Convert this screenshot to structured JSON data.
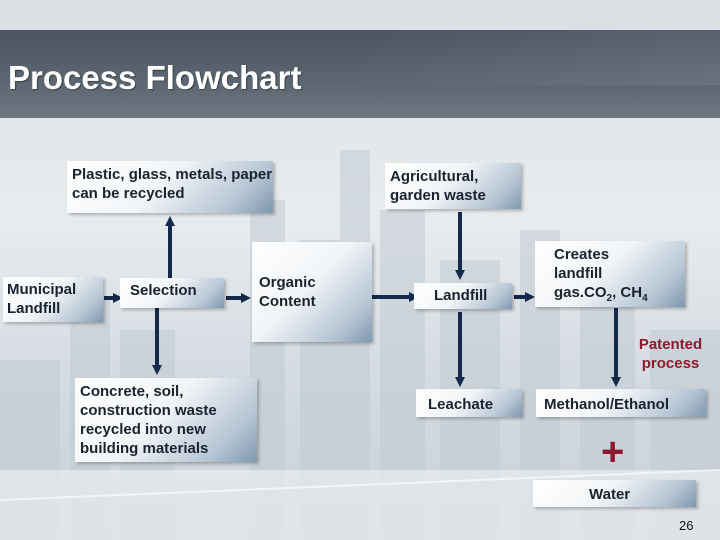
{
  "title": "Process Flowchart",
  "nodes": {
    "recyclable": "Plastic, glass, metals, paper can be recycled",
    "agricultural": "Agricultural, garden waste",
    "municipal_landfill": "Municipal Landfill",
    "selection": "Selection",
    "organic_content": "Organic Content",
    "landfill": "Landfill",
    "creates_gas_line1": "Creates",
    "creates_gas_line2": "landfill",
    "creates_gas_line3_prefix": "gas.CO",
    "creates_gas_sub1": "2",
    "creates_gas_mid": ", CH",
    "creates_gas_sub2": "4",
    "construction": "Concrete, soil, construction waste recycled into new building materials",
    "leachate": "Leachate",
    "methanol_ethanol": "Methanol/Ethanol",
    "water": "Water"
  },
  "patented_process": "Patented process",
  "plus_symbol": "+",
  "page_number": "26",
  "colors": {
    "title_bar": "#545f6a",
    "arrow": "#15294a",
    "patented_text": "#8b1a2e",
    "plus": "#8b1a2e"
  }
}
